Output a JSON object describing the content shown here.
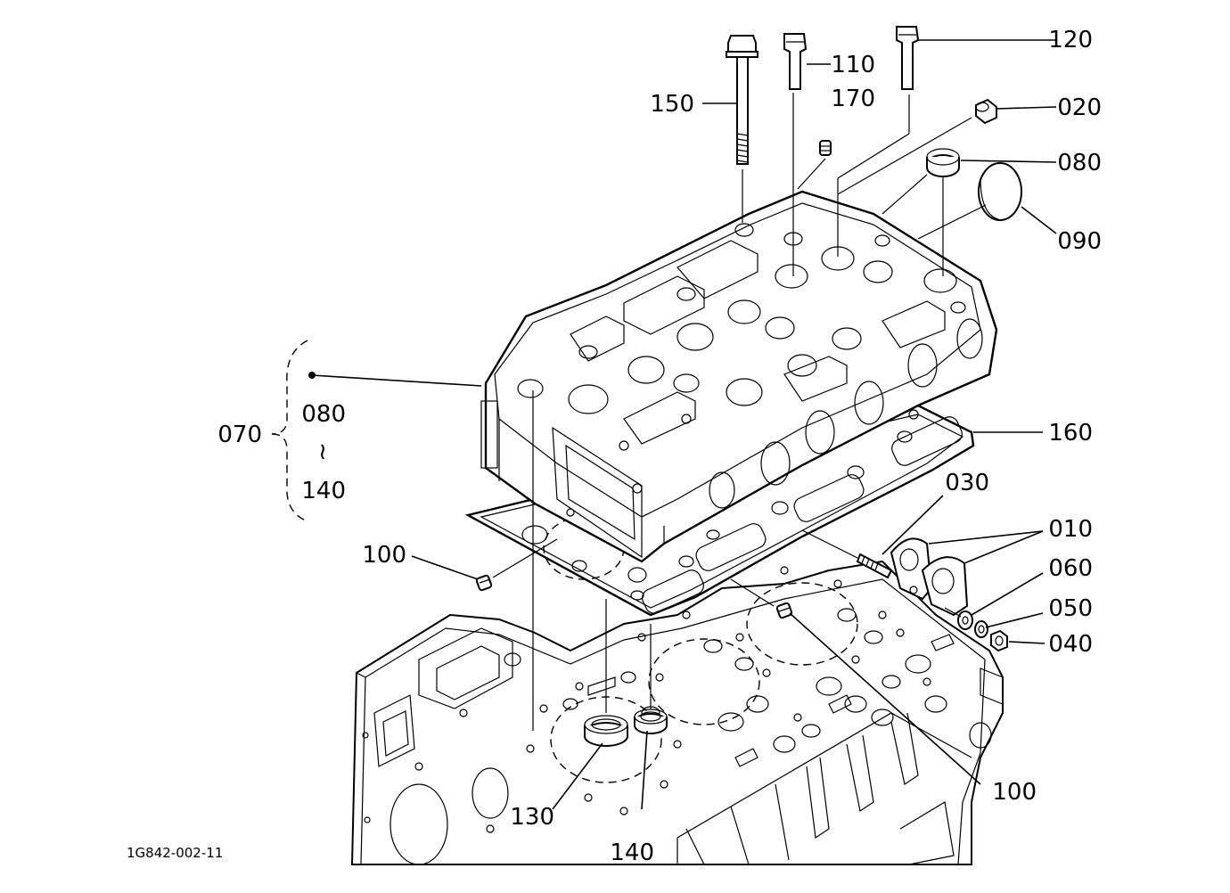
{
  "figure_code": "1G842-002-11",
  "callouts": {
    "c010": "010",
    "c020": "020",
    "c030": "030",
    "c040": "040",
    "c050": "050",
    "c060": "060",
    "c070": "070",
    "c080_top": "080",
    "c080_bracket": "080",
    "c090": "090",
    "c100_left": "100",
    "c100_right": "100",
    "c110": "110",
    "c120": "120",
    "c130": "130",
    "c140_bottom": "140",
    "c140_bracket": "140",
    "c150": "150",
    "c160": "160",
    "c170": "170",
    "range_symbol": "≀"
  }
}
